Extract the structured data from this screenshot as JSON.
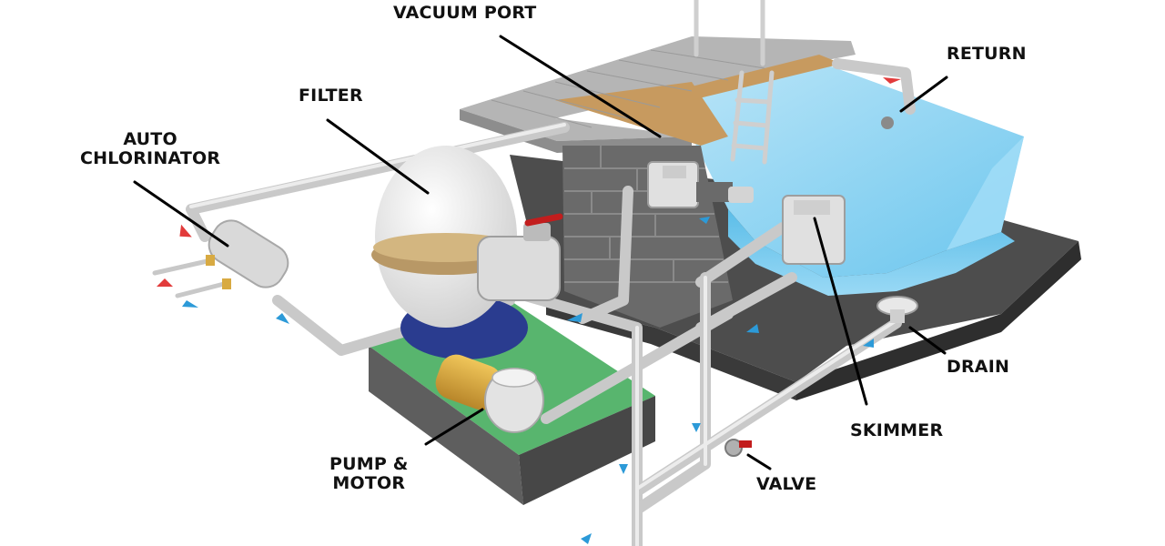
{
  "diagram": {
    "labels": {
      "vacuum_port": [
        "VACUUM PORT"
      ],
      "return": [
        "RETURN"
      ],
      "filter": [
        "FILTER"
      ],
      "auto_chlorinator": [
        "AUTO",
        "CHLORINATOR"
      ],
      "drain": [
        "DRAIN"
      ],
      "skimmer": [
        "SKIMMER"
      ],
      "pump_motor": [
        "PUMP &",
        "MOTOR"
      ],
      "valve": [
        "VALVE"
      ]
    },
    "colors": {
      "water": "#8fd3f4",
      "water_deep": "#5bbde8",
      "pool_floor": "#6f6f6f",
      "coping": "#a6a6a6",
      "brick": "#6c6c6c",
      "pipe": "#d4d4d4",
      "filter_body": "#f2f2f2",
      "filter_band": "#b89866",
      "pump_base": "#52b36b",
      "motor": "#d8aa42",
      "arrow_out": "#e23b3b",
      "arrow_in": "#2c9ad8",
      "text": "#111111"
    }
  }
}
